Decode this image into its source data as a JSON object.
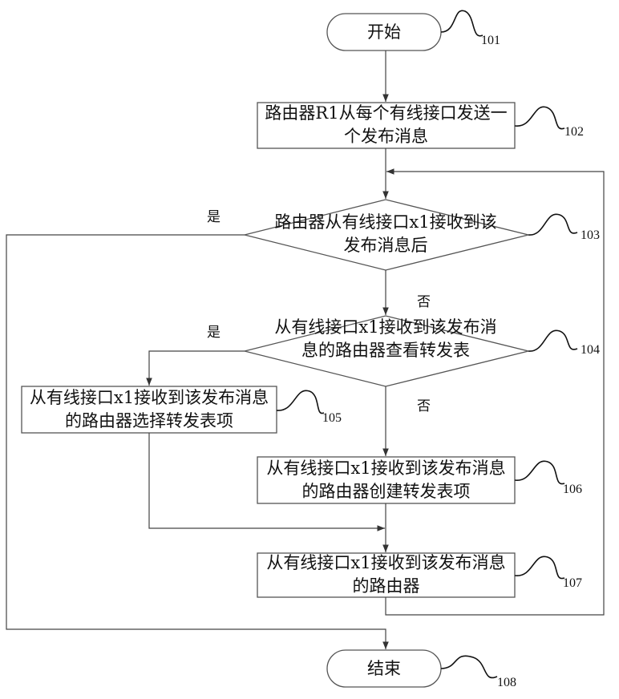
{
  "nodes": {
    "start": "开始",
    "step102": "路由器R1从每个有线接口发送一个发布消息",
    "decision103": "路由器从有线接口x1接收到该发布消息后",
    "decision104": "从有线接口x1接收到该发布消息的路由器查看转发表",
    "step105": "从有线接口x1接收到该发布消息的路由器选择转发表项",
    "step106": "从有线接口x1接收到该发布消息的路由器创建转发表项",
    "step107": "从有线接口x1接收到该发布消息的路由器",
    "end": "结束"
  },
  "refs": {
    "r101": "101",
    "r102": "102",
    "r103": "103",
    "r104": "104",
    "r105": "105",
    "r106": "106",
    "r107": "107",
    "r108": "108"
  },
  "labels": {
    "yes": "是",
    "no": "否"
  }
}
